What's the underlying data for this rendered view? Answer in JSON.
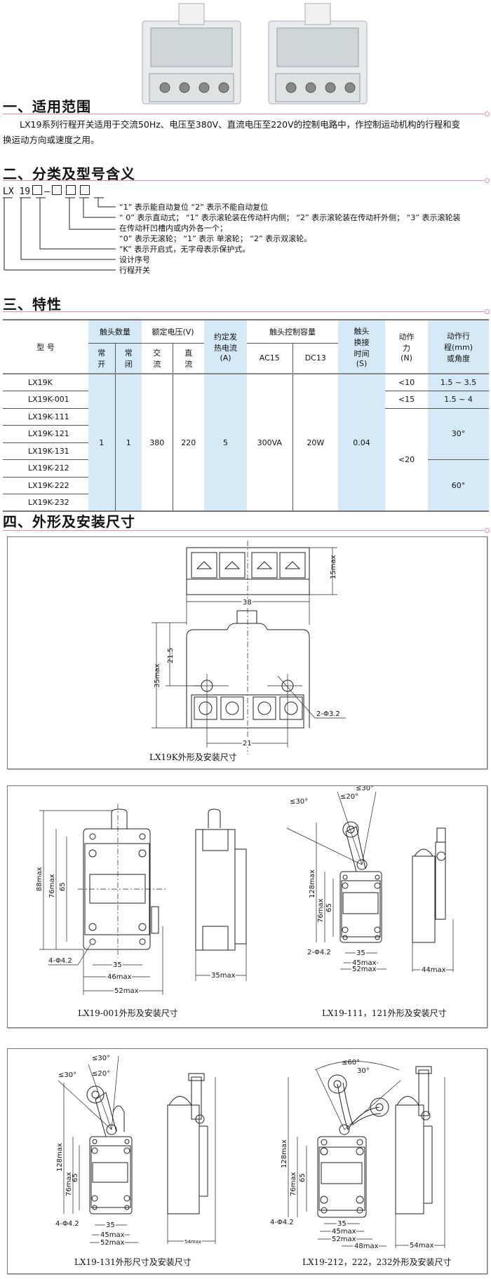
{
  "sections": {
    "s1": "一、适用范围",
    "s2": "二、分类及型号含义",
    "s3": "三、特性",
    "s4": "四、外形及安装尺寸"
  },
  "scope": {
    "line1": "LX19系列行程开关适用于交流50Hz、电压至380V、直流电压至220V的控制电路中，作控制运动机构的行程和变",
    "line2": "换运动方向或速度之用。"
  },
  "model_code": {
    "prefix": "LX",
    "series": "19",
    "dash": "—",
    "annotations": [
      "“1” 表示能自动复位 “2” 表示不能自动复位",
      "“ 0” 表示直动式； “1” 表示滚轮装在传动杆内侧； “2” 表示滚轮装在传动杆外侧； “3” 表示滚轮装",
      "在传动杆凹槽内或内外各一个；",
      "“0” 表示无滚轮； “1” 表示 单滚轮； “2” 表示双滚轮。",
      "“K” 表示开启式，无字母表示保护式。",
      "设计序号",
      "行程开关"
    ]
  },
  "table": {
    "headers": {
      "model": "型  号",
      "contacts": "触头数量",
      "no": "常开",
      "nc": "常闭",
      "rated_voltage": "额定电压(V)",
      "ac": "交流",
      "dc": "直流",
      "thermal_current": "约定发热电流(A)",
      "control_capacity": "触头控制容量",
      "ac15": "AC15",
      "dc13": "DC13",
      "switch_time": "触头换接时间(S)",
      "force": "动作力(N)",
      "travel": "动作行程(mm)或角度"
    },
    "models": [
      "LX19K",
      "LX19K-001",
      "LX19K-111",
      "LX19K-121",
      "LX19K-131",
      "LX19K-212",
      "LX19K-222",
      "LX19K-232"
    ],
    "common": {
      "no": "1",
      "nc": "1",
      "ac": "380",
      "dc": "220",
      "current": "5",
      "ac15": "300VA",
      "dc13": "20W",
      "time": "0.04"
    },
    "force": [
      "<10",
      "<15",
      "<20"
    ],
    "travel": [
      "1.5 ~ 3.5",
      "1.5 ~ 4",
      "30°",
      "60°"
    ]
  },
  "drawings": {
    "lx19k": {
      "caption": "LX19K外形及安装尺寸",
      "d15": "15max",
      "d38": "38",
      "d35": "35max",
      "d215": "21.5",
      "d21": "21",
      "hole": "2-Φ3.2"
    },
    "lx19_001": {
      "caption": "LX19-001外形及安装尺寸",
      "d88": "88max",
      "d76": "76max",
      "d65": "65",
      "d35": "35",
      "d46": "46max",
      "d52": "52max",
      "side": "35max",
      "hole": "4-Φ4.2"
    },
    "lx19_111": {
      "caption": "LX19-111，121外形及安装尺寸",
      "d128": "128max",
      "d76": "76max",
      "d65": "65",
      "d35": "35",
      "d45": "45max",
      "d52": "52max",
      "side": "44max",
      "hole": "2-Φ4.2",
      "a1": "≤30°",
      "a2": "≤20°",
      "a3": "≤30°"
    },
    "lx19_131": {
      "caption": "LX19-131外形尺寸及安装尺寸",
      "d128": "128max",
      "d76": "76max",
      "d65": "65",
      "d35": "35",
      "d45": "45max",
      "d52": "52max",
      "side": "54max",
      "hole": "4-Φ4.2",
      "a1": "≤30°",
      "a2": "≤20°",
      "a3": "≤30°"
    },
    "lx19_212": {
      "caption": "LX19-212，222，232外形及安装尺寸",
      "d128": "128max",
      "d76": "76max",
      "d65": "65",
      "d35": "35",
      "d45": "45max",
      "d52": "52max",
      "d48": "48max",
      "side": "54max",
      "hole": "4-Φ4.2",
      "a1": "≤60°",
      "a2": "30°"
    }
  }
}
